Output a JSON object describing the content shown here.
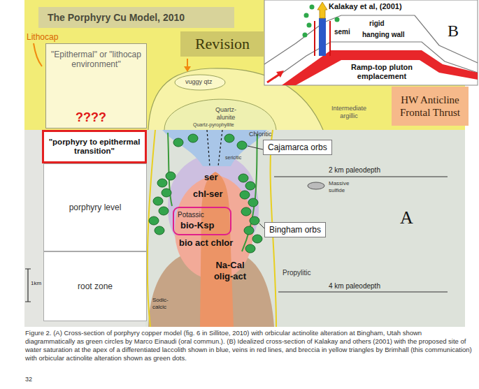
{
  "diagram": {
    "title": "The Porphyry Cu Model, 2010",
    "caption": "Figure 2. (A) Cross-section of porphyry copper model (fig. 6 in Sillitoe, 2010) with orbicular actinolite alteration at Bingham, Utah shown diagrammatically as green circles by Marco Einaudi (oral commun.). (B) Idealized cross-section of Kalakay and others (2001) with the proposed site of water saturation at the apex of a differentiated laccolith shown in blue, veins in red lines, and breccia in yellow triangles by Brimhall (this communication) with orbicular actinolite alteration shown as green dots.",
    "nodes": [
      {
        "text": [
          "Revision"
        ]
      },
      {
        "text": [
          "Kalakay et al, (2001)",
          "B",
          "rigid",
          "semi",
          "hanging wall",
          "Ramp-top pluton emplacement"
        ]
      },
      {
        "text": [
          "\"Epithermal\" or \"lithocap environment\""
        ]
      },
      {
        "text": [
          "HW Anticline Frontal Thrust"
        ]
      },
      {
        "text": [
          "\"porphyry to epithermal transition\""
        ]
      },
      {
        "text": [
          "Cajamarca orbs"
        ]
      },
      {
        "text": [
          "porphyry level"
        ]
      },
      {
        "text": [
          "Bingham orbs"
        ]
      },
      {
        "text": [
          "root zone"
        ]
      }
    ],
    "labels": [
      "Lithocap",
      "????",
      "vuggy qtz",
      "Quartz-alunite",
      "Intermediate argillic",
      "Quartz-pyrophyllite",
      "Chloritic",
      "sericitic",
      "2 km paleodepth",
      "Massive sulfide",
      "ser",
      "chl-ser",
      "Potassic",
      "bio-Ksp",
      "bio act chlor",
      "A",
      "1km",
      "Propylitic",
      "Na-Cal olig-act",
      "4 km paleodepth",
      "Sodic-calcic",
      "32"
    ]
  }
}
